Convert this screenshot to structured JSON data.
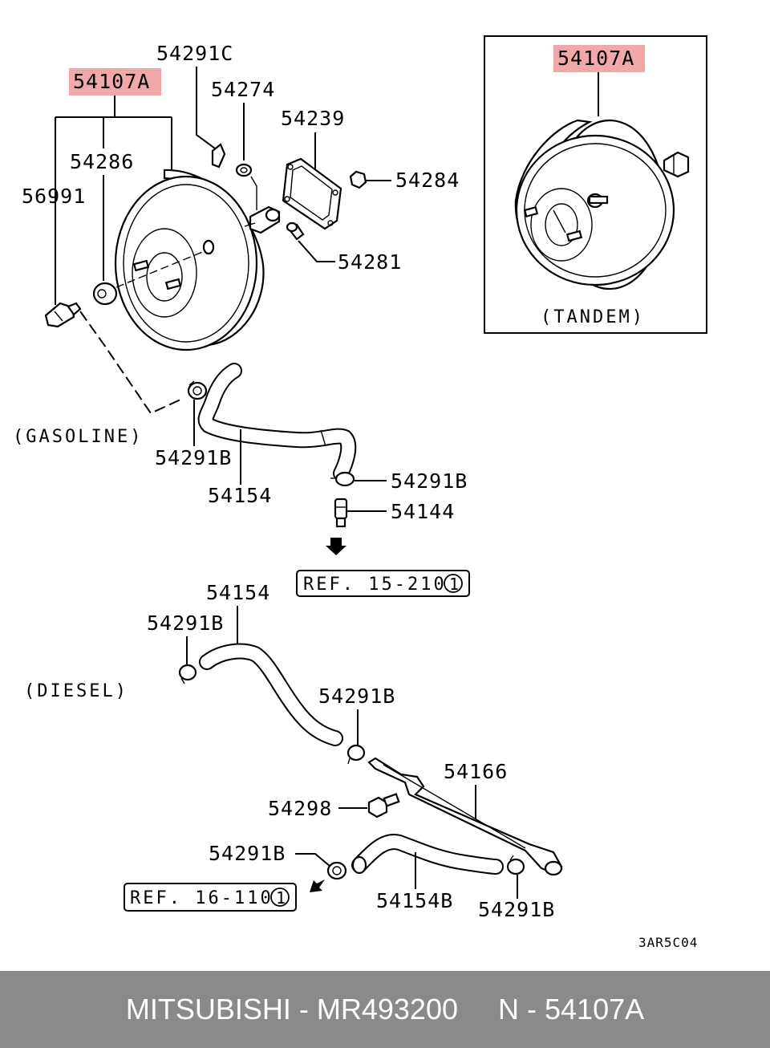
{
  "labels": {
    "main_part_top": "54107A",
    "main_part_box": "54107A",
    "p54291C": "54291C",
    "p54274": "54274",
    "p54239": "54239",
    "p54286": "54286",
    "p54284": "54284",
    "p56991": "56991",
    "p54281": "54281",
    "gasoline": "(GASOLINE)",
    "tandem": "(TANDEM)",
    "g_54291B_a": "54291B",
    "g_54154": "54154",
    "g_54291B_b": "54291B",
    "g_54144": "54144",
    "ref_15_text": "REF. 15-210",
    "ref_15_circle": "1",
    "d_54154": "54154",
    "d_54291B_a": "54291B",
    "diesel": "(DIESEL)",
    "d_54291B_b": "54291B",
    "d_54166": "54166",
    "d_54298": "54298",
    "d_54291B_c": "54291B",
    "ref_16_text": "REF. 16-110",
    "ref_16_circle": "1",
    "d_54154B": "54154B",
    "d_54291B_d": "54291B",
    "drawing_code": "3AR5C04"
  },
  "footer": {
    "text": "MITSUBISHI - MR493200     N - 54107A"
  },
  "colors": {
    "highlight": "#f0a8a8",
    "footer_bg": "#8a8a8a",
    "footer_text": "#ffffff"
  }
}
